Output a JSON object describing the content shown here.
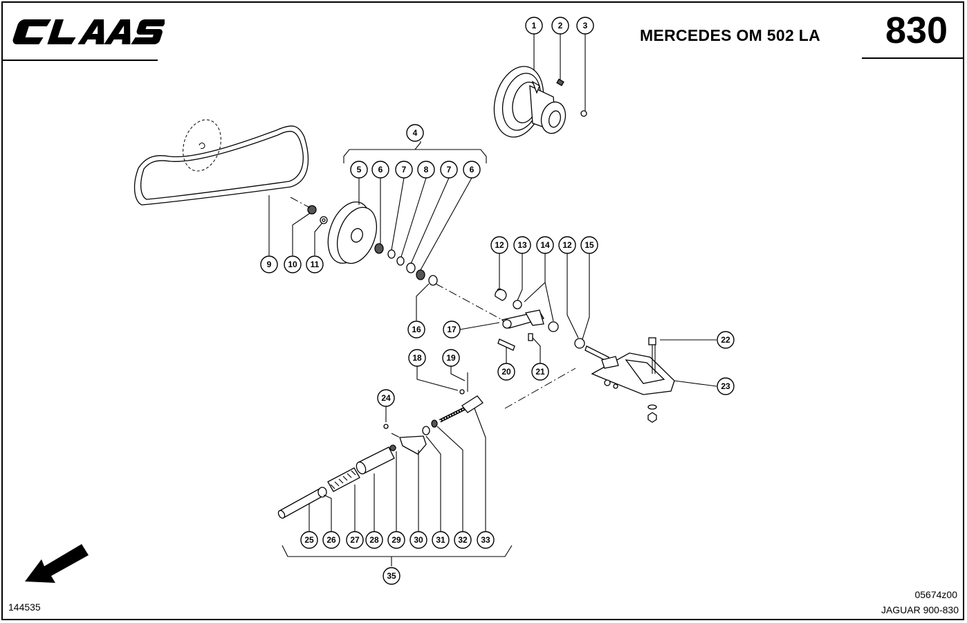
{
  "header": {
    "brand": "CLAAS",
    "title": "MERCEDES OM 502 LA",
    "page_number": "830"
  },
  "footer": {
    "left_code": "144535",
    "drawing_code": "05674z00",
    "model": "JAGUAR 900-830"
  },
  "callouts": [
    "1",
    "2",
    "3",
    "4",
    "5",
    "6",
    "7",
    "8",
    "7",
    "6",
    "9",
    "10",
    "11",
    "12",
    "13",
    "14",
    "12",
    "15",
    "16",
    "17",
    "18",
    "19",
    "20",
    "21",
    "22",
    "23",
    "24",
    "25",
    "26",
    "27",
    "28",
    "29",
    "30",
    "31",
    "32",
    "33",
    "35"
  ],
  "icons": {
    "direction_arrow": "arrow-down-left-icon",
    "logo": "claas-logo"
  }
}
